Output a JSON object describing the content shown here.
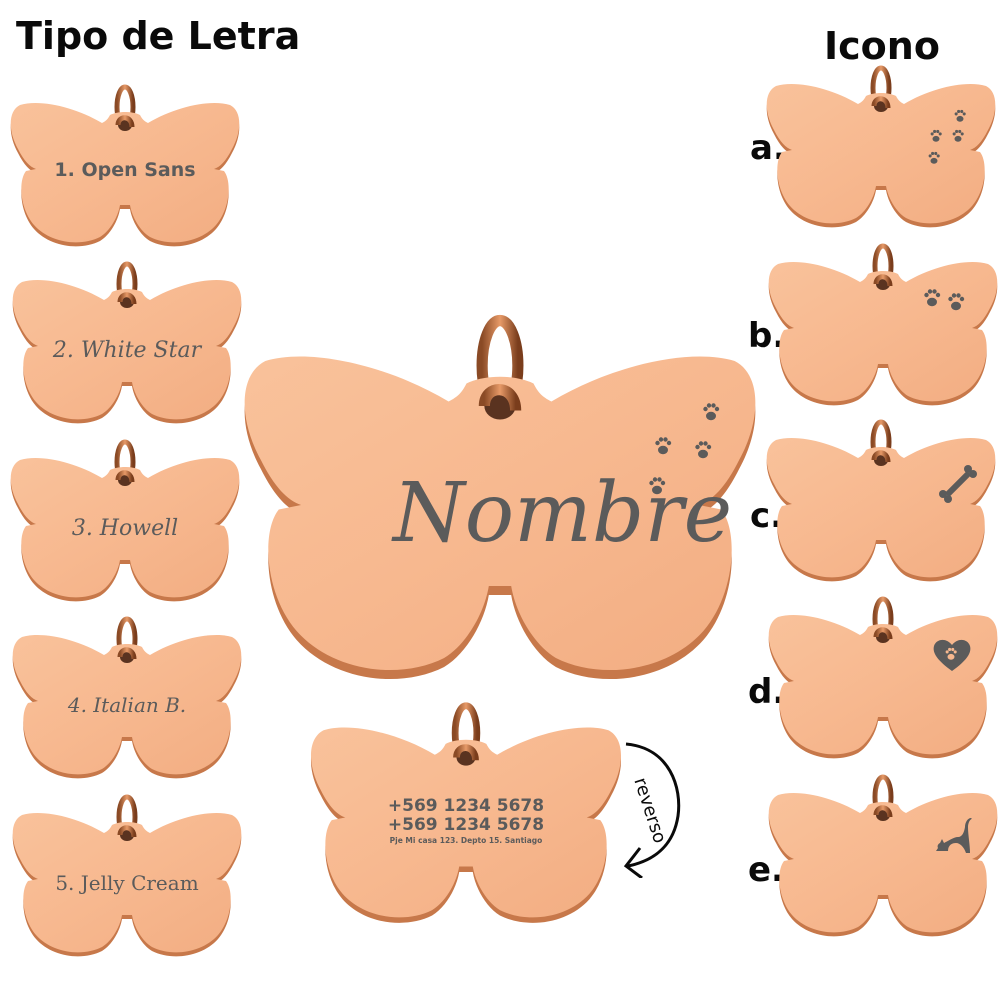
{
  "headings": {
    "font_section": "Tipo de Letra",
    "icon_section": "Icono"
  },
  "fonts": [
    {
      "label": "1. Open Sans",
      "style": "sans"
    },
    {
      "label": "2. White Star",
      "style": "script"
    },
    {
      "label": "3. Howell",
      "style": "script"
    },
    {
      "label": "4.  Italian B.",
      "style": "script"
    },
    {
      "label": "5. Jelly Cream",
      "style": "script"
    }
  ],
  "front": {
    "name": "Nombre",
    "icon": "paw-prints-icon"
  },
  "back": {
    "phone_1": "+569 1234 5678",
    "phone_2": "+569 1234 5678",
    "address": "Pje Mi casa 123. Depto 15. Santiago",
    "flip_label": "reverso"
  },
  "icons": [
    {
      "letter": "a.",
      "icon": "paw-trail-icon"
    },
    {
      "letter": "b.",
      "icon": "two-paws-icon"
    },
    {
      "letter": "c.",
      "icon": "bone-icon"
    },
    {
      "letter": "d.",
      "icon": "heart-paw-icon"
    },
    {
      "letter": "e.",
      "icon": "stretching-cat-icon"
    }
  ],
  "colors": {
    "metal": "#f7b88f",
    "metal_edge": "#c7784a",
    "engrave": "#5b5b5b",
    "text": "#0a0a0a"
  }
}
